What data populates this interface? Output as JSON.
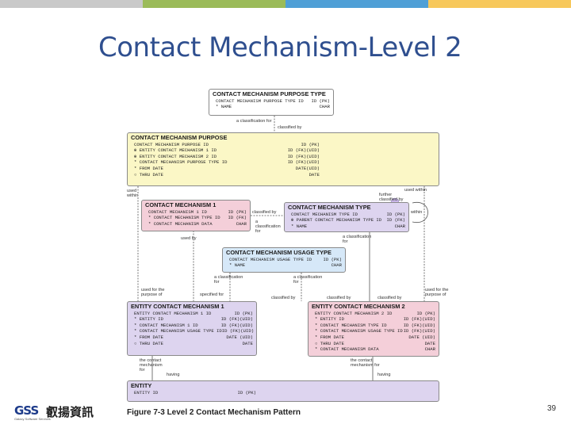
{
  "title": "Contact Mechanism-Level 2",
  "page_number": "39",
  "caption": "Figure 7-3 Level 2 Contact Mechanism Pattern",
  "logo": {
    "latin": "GSS",
    "chinese": "叡揚資訊",
    "tagline": "Galaxy Software Services"
  },
  "topbar_colors": [
    "#c9c9c9",
    "#9bbb59",
    "#4f9fd6",
    "#f7c85b"
  ],
  "entities": {
    "purpose_type": {
      "name": "CONTACT MECHANISM PURPOSE TYPE",
      "rows": [
        {
          "attr": "CONTACT MECHANISM PURPOSE TYPE ID",
          "type": "ID (PK)"
        },
        {
          "attr": "* NAME",
          "type": "CHAR"
        }
      ]
    },
    "purpose": {
      "name": "CONTACT MECHANISM PURPOSE",
      "rows": [
        {
          "attr": "CONTACT MECHANISM PURPOSE ID",
          "type": "ID (PK)"
        },
        {
          "attr": "⊕ ENTITY CONTACT MECHANISM 1 ID",
          "type": "ID (FK)(UID)"
        },
        {
          "attr": "⊕ ENTITY CONTACT MECHANISM 2 ID",
          "type": "ID (FK)(UID)"
        },
        {
          "attr": "* CONTACT MECHANISM PURPOSE TYPE ID",
          "type": "ID (FK)(UID)"
        },
        {
          "attr": "* FROM DATE",
          "type": "DATE(UID)"
        },
        {
          "attr": "○ THRU DATE",
          "type": "DATE"
        }
      ]
    },
    "mechanism": {
      "name": "CONTACT MECHANISM 1",
      "rows": [
        {
          "attr": "CONTACT MECHANISM 1 ID",
          "type": "ID (PK)"
        },
        {
          "attr": "* CONTACT MECHANISM TYPE ID",
          "type": "ID (FK)"
        },
        {
          "attr": "* CONTACT MECHANISM DATA",
          "type": "CHAR"
        }
      ]
    },
    "mechanism_type": {
      "name": "CONTACT MECHANISM TYPE",
      "rows": [
        {
          "attr": "CONTACT MECHANISM TYPE ID",
          "type": "ID (PK)"
        },
        {
          "attr": "⊕ PARENT CONTACT MECHANISM TYPE ID",
          "type": "ID (FK)"
        },
        {
          "attr": "* NAME",
          "type": "CHAR"
        }
      ]
    },
    "usage_type": {
      "name": "CONTACT MECHANISM USAGE TYPE",
      "rows": [
        {
          "attr": "CONTACT MECHANISM USAGE TYPE ID",
          "type": "ID (PK)"
        },
        {
          "attr": "* NAME",
          "type": "CHAR"
        }
      ]
    },
    "ecm1": {
      "name": "ENTITY CONTACT MECHANISM 1",
      "rows": [
        {
          "attr": "ENTITY CONTACT MECHANISM 1 ID",
          "type": "ID (PK)"
        },
        {
          "attr": "* ENTITY ID",
          "type": "ID (FK)(UID)"
        },
        {
          "attr": "* CONTACT MECHANISM 1 ID",
          "type": "ID (FK)(UID)"
        },
        {
          "attr": "* CONTACT MECHANISM USAGE TYPE ID",
          "type": "ID (FK)(UID)"
        },
        {
          "attr": "* FROM DATE",
          "type": "DATE (UID)"
        },
        {
          "attr": "○ THRU DATE",
          "type": "DATE"
        }
      ]
    },
    "ecm2": {
      "name": "ENTITY CONTACT MECHANISM 2",
      "rows": [
        {
          "attr": "ENTITY CONTACT MECHANISM 2 ID",
          "type": "ID (PK)"
        },
        {
          "attr": "* ENTITY ID",
          "type": "ID (FK)(UID)"
        },
        {
          "attr": "* CONTACT MECHANISM TYPE ID",
          "type": "ID (FK)(UID)"
        },
        {
          "attr": "* CONTACT MECHANISM USAGE TYPE ID",
          "type": "ID (FK)(UID)"
        },
        {
          "attr": "* FROM DATE",
          "type": "DATE (UID)"
        },
        {
          "attr": "○ THRU DATE",
          "type": "DATE"
        },
        {
          "attr": "* CONTACT MECHANISM DATA",
          "type": "CHAR"
        }
      ]
    },
    "entity": {
      "name": "ENTITY",
      "rows": [
        {
          "attr": "ENTITY ID",
          "type": "ID (PK)"
        }
      ]
    }
  },
  "relationship_labels": {
    "a_classification_for_top": "a classification for",
    "classified_by_top": "classified by",
    "used_within": "used within",
    "used_within_right": "used within",
    "further_classified_by": "further classified by",
    "within": "within",
    "classified_by_mid": "classified by",
    "a_classification_for_mid": "a classification for",
    "used_by": "used by",
    "a_classification_for_right": "a classification for",
    "a_classification_for_usage_l": "a classification for",
    "a_classification_for_usage_r": "a classification for",
    "used_for_the_purpose_of": "used for the purpose of",
    "specified_for": "specified for",
    "classified_by_ecm1": "classified by",
    "classified_by_ecm2a": "classified by",
    "classified_by_ecm2b": "classified by",
    "used_for_purpose_right": "used for the purpose of",
    "the_contact_mechanism_for_l": "the contact mechanism for",
    "the_contact_mechanism_for_r": "the contact mechanism for",
    "having_l": "having",
    "having_r": "having"
  }
}
